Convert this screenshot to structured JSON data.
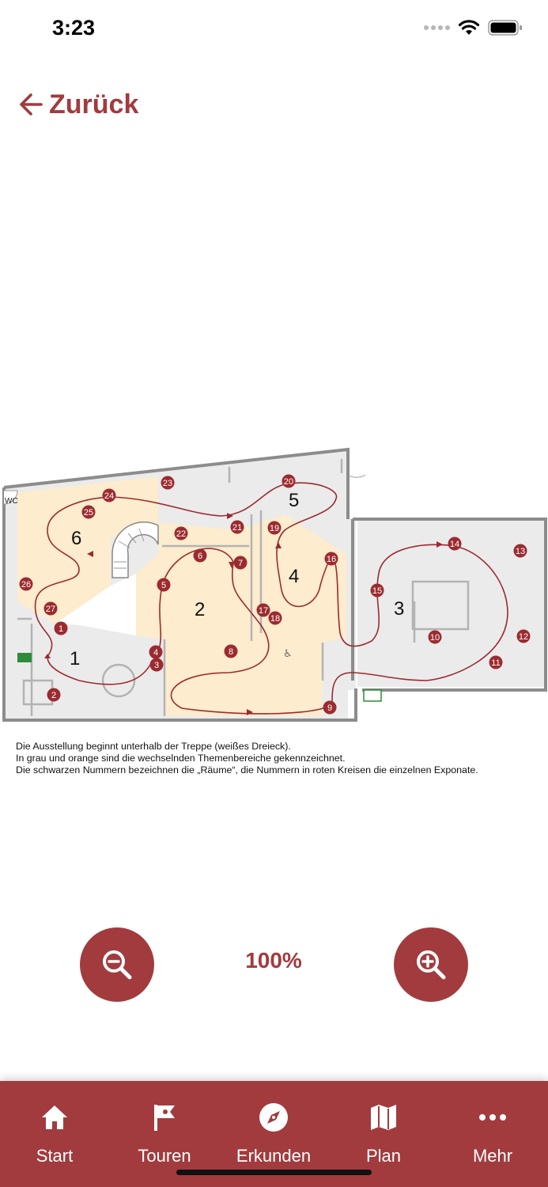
{
  "status_bar": {
    "time": "3:23"
  },
  "nav": {
    "back_label": "Zurück"
  },
  "map": {
    "wc_label": "WC",
    "room_labels": [
      "1",
      "2",
      "3",
      "4",
      "5",
      "6"
    ],
    "exhibit_numbers": [
      "1",
      "2",
      "3",
      "4",
      "5",
      "6",
      "7",
      "8",
      "9",
      "10",
      "11",
      "12",
      "13",
      "14",
      "15",
      "16",
      "17",
      "18",
      "19",
      "20",
      "21",
      "22",
      "23",
      "24",
      "25",
      "26",
      "27"
    ],
    "caption_lines": [
      "Die Ausstellung beginnt unterhalb der Treppe (weißes Dreieck).",
      "In grau und orange sind die wechselnden Themenbereiche gekennzeichnet.",
      "Die schwarzen Nummern bezeichnen die „Räume“, die Nummern in roten Kreisen die einzelnen Exponate."
    ],
    "colors": {
      "accent": "#a23b3e",
      "gray_area": "#ebebeb",
      "orange_area": "#fdeccd",
      "route": "#9b2b30"
    }
  },
  "zoom": {
    "level": "100%"
  },
  "tabs": [
    {
      "label": "Start",
      "icon": "home-icon"
    },
    {
      "label": "Touren",
      "icon": "flag-icon"
    },
    {
      "label": "Erkunden",
      "icon": "compass-icon"
    },
    {
      "label": "Plan",
      "icon": "map-icon"
    },
    {
      "label": "Mehr",
      "icon": "more-icon"
    }
  ]
}
